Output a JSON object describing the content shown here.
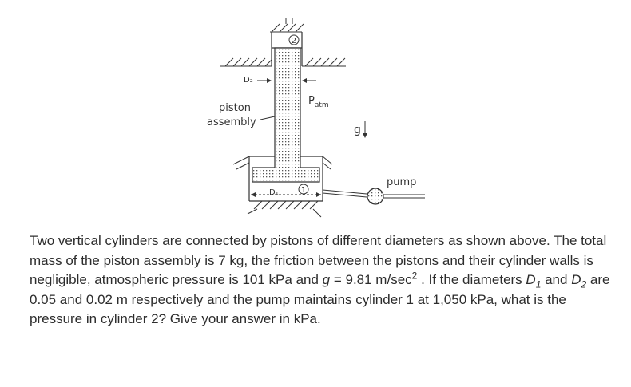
{
  "figure": {
    "labels": {
      "d2": "D₂",
      "d1": "D₁",
      "piston_line1": "piston",
      "piston_line2": "assembly",
      "patm_p": "P",
      "patm_sub": "atm",
      "g": "g",
      "pump": "pump",
      "cyl1": "1",
      "cyl2": "2"
    }
  },
  "problem": {
    "s1": "Two vertical cylinders are connected by pistons of different diameters as shown above. The total mass of the piston assembly is 7 kg, the friction between the pistons and their cylinder walls is negligible, atmospheric pressure is 101 kPa and ",
    "g_var": "g",
    "s2": " = 9.81 m/sec",
    "sup2": "2",
    "s3": " . If the diameters ",
    "d_var_a": "D",
    "d_sub_1": "1",
    "s4": " and ",
    "d_var_b": "D",
    "d_sub_2": "2",
    "s5": " are 0.05 and 0.02 m respectively and the pump maintains cylinder 1 at 1,050 kPa, what is the pressure in cylinder 2?  Give your answer in kPa."
  }
}
